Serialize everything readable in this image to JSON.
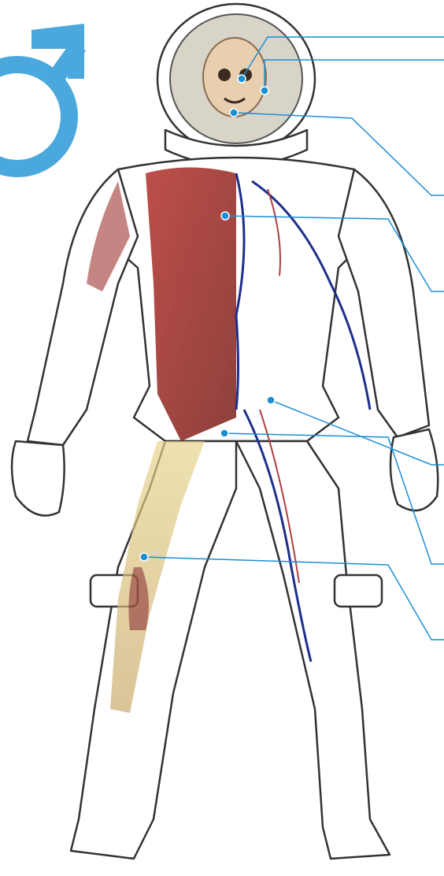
{
  "diagram": {
    "symbol": {
      "name": "male-symbol",
      "color": "#4aa8dd"
    },
    "leader_line_color": "#1a8fd4",
    "marker_color": "#1a8fd4",
    "callouts": [
      {
        "id": "eye"
      },
      {
        "id": "skull"
      },
      {
        "id": "jaw"
      },
      {
        "id": "chest"
      },
      {
        "id": "groin"
      },
      {
        "id": "pelvis"
      },
      {
        "id": "knee"
      }
    ]
  }
}
